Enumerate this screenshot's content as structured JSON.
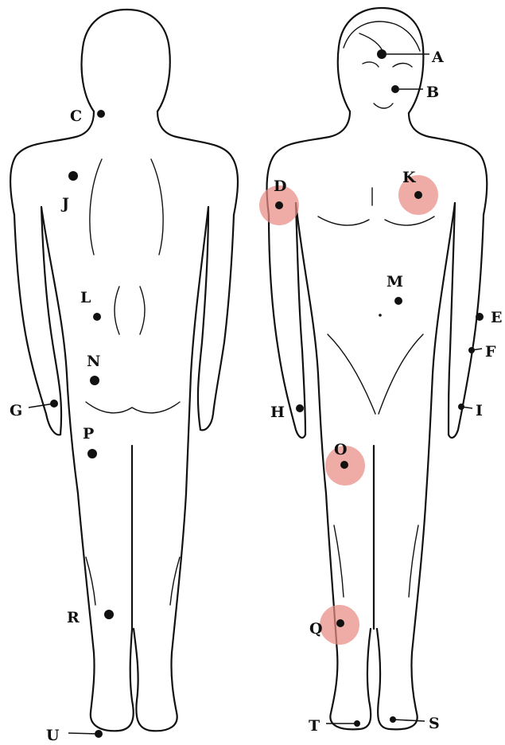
{
  "diagram": {
    "figures": [
      "back-view",
      "front-view"
    ],
    "markers": [
      {
        "id": "A",
        "label": "A",
        "view": "front",
        "highlighted": false
      },
      {
        "id": "B",
        "label": "B",
        "view": "front",
        "highlighted": false
      },
      {
        "id": "C",
        "label": "C",
        "view": "back",
        "highlighted": false
      },
      {
        "id": "D",
        "label": "D",
        "view": "front",
        "highlighted": true
      },
      {
        "id": "E",
        "label": "E",
        "view": "front",
        "highlighted": false
      },
      {
        "id": "F",
        "label": "F",
        "view": "front",
        "highlighted": false
      },
      {
        "id": "G",
        "label": "G",
        "view": "back",
        "highlighted": false
      },
      {
        "id": "H",
        "label": "H",
        "view": "front",
        "highlighted": false
      },
      {
        "id": "I",
        "label": "I",
        "view": "front",
        "highlighted": false
      },
      {
        "id": "J",
        "label": "J",
        "view": "back",
        "highlighted": false
      },
      {
        "id": "K",
        "label": "K",
        "view": "front",
        "highlighted": true
      },
      {
        "id": "L",
        "label": "L",
        "view": "back",
        "highlighted": false
      },
      {
        "id": "M",
        "label": "M",
        "view": "front",
        "highlighted": false
      },
      {
        "id": "N",
        "label": "N",
        "view": "back",
        "highlighted": false
      },
      {
        "id": "O",
        "label": "O",
        "view": "front",
        "highlighted": true
      },
      {
        "id": "P",
        "label": "P",
        "view": "back",
        "highlighted": false
      },
      {
        "id": "Q",
        "label": "Q",
        "view": "front",
        "highlighted": true
      },
      {
        "id": "R",
        "label": "R",
        "view": "back",
        "highlighted": false
      },
      {
        "id": "S",
        "label": "S",
        "view": "front",
        "highlighted": false
      },
      {
        "id": "T",
        "label": "T",
        "view": "front",
        "highlighted": false
      },
      {
        "id": "U",
        "label": "U",
        "view": "back",
        "highlighted": false
      }
    ],
    "colors": {
      "highlight": "#e98c84",
      "ink": "#111111",
      "background": "#ffffff"
    }
  }
}
